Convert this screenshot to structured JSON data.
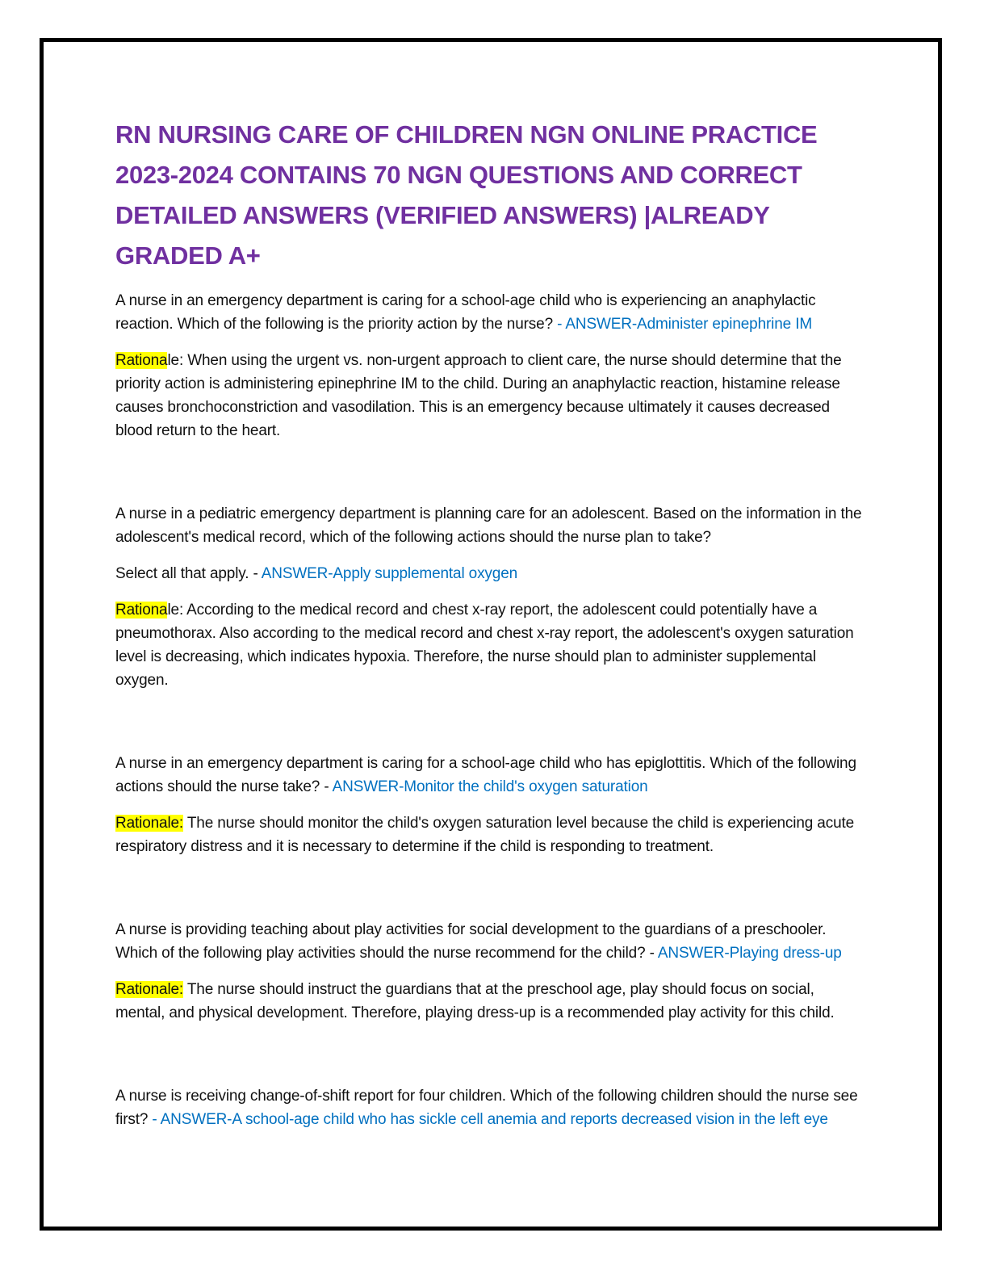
{
  "document": {
    "title": "RN NURSING CARE OF CHILDREN NGN ONLINE PRACTICE 2023-2024 CONTAINS 70 NGN QUESTIONS AND CORRECT DETAILED ANSWERS (VERIFIED ANSWERS) |ALREADY GRADED A+",
    "colors": {
      "title": "#7030a0",
      "answer": "#0070c0",
      "highlight": "#ffff00"
    }
  },
  "items": [
    {
      "question": "A nurse in an emergency department is caring for a school-age child who is experiencing an anaphylactic reaction. Which of the following is the priority action by the nurse? ",
      "answer": "- ANSWER-Administer epinephrine IM",
      "rationale_hl": "Rationa",
      "rationale_plain": "l",
      "rationale_text": "e: When using the urgent vs. non-urgent approach to client care, the nurse should determine that the priority action is administering epinephrine IM to the child. During an anaphylactic reaction, histamine release causes bronchoconstriction and vasodilation. This is an emergency because ultimately it causes decreased blood return to the heart."
    },
    {
      "question": "A nurse in a pediatric emergency department is planning care for an adolescent. Based on the information in the adolescent's medical record, which of the following actions should the nurse plan to take?",
      "select_prefix": "Select all that apply. - ",
      "answer": "ANSWER-Apply supplemental oxygen",
      "rationale_hl": "Rationa",
      "rationale_plain": "l",
      "rationale_text": "e: According to the medical record and chest x-ray report, the adolescent could potentially have a pneumothorax. Also according to the medical record and chest x-ray report, the adolescent's oxygen saturation level is decreasing, which indicates hypoxia. Therefore, the nurse should plan to administer supplemental oxygen."
    },
    {
      "question": "A nurse in an emergency department is caring for a school-age child who has epiglottitis. Which of the following actions should the nurse take? - ",
      "answer": "ANSWER-Monitor the child's oxygen saturation",
      "rationale_hl": "Rationale:",
      "rationale_text": " The nurse should monitor the child's oxygen saturation level because the child is experiencing acute respiratory distress and it is necessary to determine if the child is responding to treatment."
    },
    {
      "question": "A nurse is providing teaching about play activities for social development to the guardians of a preschooler. Which of the following play activities should the nurse recommend for the child? - ",
      "answer": "ANSWER-Playing dress-up",
      "rationale_hl": "Rationale:",
      "rationale_text": " The nurse should instruct the guardians that at the preschool age, play should focus on social, mental, and physical development. Therefore, playing dress-up is a recommended play activity for this child."
    },
    {
      "question": "A nurse is receiving change-of-shift report for four children. Which of the following children should the nurse see first? ",
      "answer": "- ANSWER-A school-age child who has sickle cell anemia and reports decreased vision in the left eye"
    }
  ]
}
